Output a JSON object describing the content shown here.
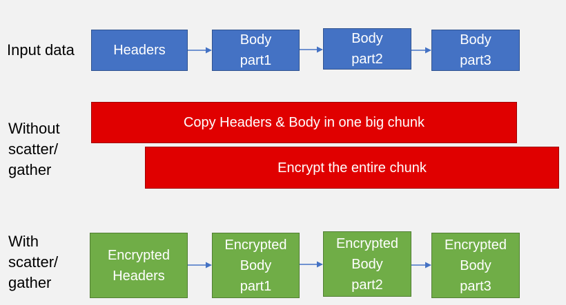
{
  "rows": {
    "input": {
      "label": "Input data",
      "boxes": [
        "Headers",
        "Body\npart1",
        "Body\npart2",
        "Body\npart3"
      ]
    },
    "without": {
      "label": "Without\nscatter/\ngather",
      "boxes": [
        "Copy Headers & Body in one big chunk",
        "Encrypt the entire chunk"
      ]
    },
    "with": {
      "label": "With\nscatter/\ngather",
      "boxes": [
        "Encrypted\nHeaders",
        "Encrypted\nBody\npart1",
        "Encrypted\nBody\npart2",
        "Encrypted\nBody\npart3"
      ]
    }
  },
  "colors": {
    "blue": "#4472c4",
    "red": "#e00000",
    "green": "#70ad47",
    "arrow": "#4472c4"
  }
}
